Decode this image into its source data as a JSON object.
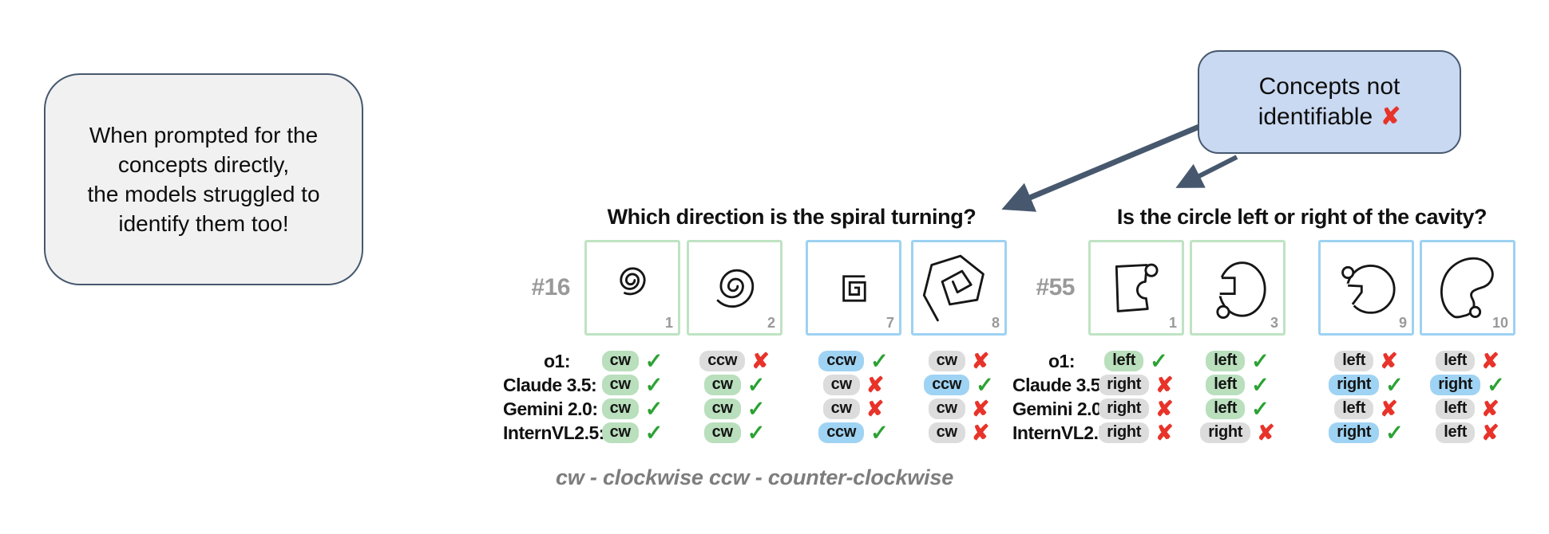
{
  "speech_bubble": {
    "lines": [
      "When prompted for the",
      "concepts directly,",
      "the models struggled to",
      "identify them too!"
    ]
  },
  "callout": {
    "line1": "Concepts not",
    "line2": "identifiable",
    "mark": "✘"
  },
  "models": [
    "o1:",
    "Claude 3.5:",
    "Gemini 2.0:",
    "InternVL2.5:"
  ],
  "caption": "cw - clockwise ccw - counter-clockwise",
  "symbols": {
    "check": "✓",
    "cross": "✘"
  },
  "colors": {
    "chip_green": "#b9dfbd",
    "chip_blue": "#9fd3f3",
    "chip_gray": "#dcdcdc",
    "check_green": "#2ba233",
    "cross_red": "#e8332a",
    "callout_fill": "#c9d9f1",
    "bubble_fill": "#f1f1f1",
    "outline_slate": "#47586e",
    "box_border_green": "#bfe3c3",
    "box_border_blue": "#9dd2f2"
  },
  "panels": [
    {
      "id": "#16",
      "question": "Which direction is the spiral turning?",
      "images": [
        {
          "num": "1",
          "border": "green",
          "shape": "round-spiral-small"
        },
        {
          "num": "2",
          "border": "green",
          "shape": "round-spiral-large"
        },
        {
          "num": "7",
          "border": "blue",
          "shape": "square-spiral"
        },
        {
          "num": "8",
          "border": "blue",
          "shape": "pentagon-spiral"
        }
      ],
      "answers": [
        [
          {
            "text": "cw",
            "chip": "green",
            "mark": "✓",
            "ok": true
          },
          {
            "text": "ccw",
            "chip": "gray",
            "mark": "✘",
            "ok": false
          },
          {
            "text": "ccw",
            "chip": "blue",
            "mark": "✓",
            "ok": true
          },
          {
            "text": "cw",
            "chip": "gray",
            "mark": "✘",
            "ok": false
          }
        ],
        [
          {
            "text": "cw",
            "chip": "green",
            "mark": "✓",
            "ok": true
          },
          {
            "text": "cw",
            "chip": "green",
            "mark": "✓",
            "ok": true
          },
          {
            "text": "cw",
            "chip": "gray",
            "mark": "✘",
            "ok": false
          },
          {
            "text": "ccw",
            "chip": "blue",
            "mark": "✓",
            "ok": true
          }
        ],
        [
          {
            "text": "cw",
            "chip": "green",
            "mark": "✓",
            "ok": true
          },
          {
            "text": "cw",
            "chip": "green",
            "mark": "✓",
            "ok": true
          },
          {
            "text": "cw",
            "chip": "gray",
            "mark": "✘",
            "ok": false
          },
          {
            "text": "cw",
            "chip": "gray",
            "mark": "✘",
            "ok": false
          }
        ],
        [
          {
            "text": "cw",
            "chip": "green",
            "mark": "✓",
            "ok": true
          },
          {
            "text": "cw",
            "chip": "green",
            "mark": "✓",
            "ok": true
          },
          {
            "text": "ccw",
            "chip": "blue",
            "mark": "✓",
            "ok": true
          },
          {
            "text": "cw",
            "chip": "gray",
            "mark": "✘",
            "ok": false
          }
        ]
      ]
    },
    {
      "id": "#55",
      "question": "Is the circle left or right of the cavity?",
      "images": [
        {
          "num": "1",
          "border": "green",
          "shape": "notched-rectangle"
        },
        {
          "num": "3",
          "border": "green",
          "shape": "notched-ellipse"
        },
        {
          "num": "9",
          "border": "blue",
          "shape": "notched-circle"
        },
        {
          "num": "10",
          "border": "blue",
          "shape": "notched-bean"
        }
      ],
      "answers": [
        [
          {
            "text": "left",
            "chip": "green",
            "mark": "✓",
            "ok": true
          },
          {
            "text": "left",
            "chip": "green",
            "mark": "✓",
            "ok": true
          },
          {
            "text": "left",
            "chip": "gray",
            "mark": "✘",
            "ok": false
          },
          {
            "text": "left",
            "chip": "gray",
            "mark": "✘",
            "ok": false
          }
        ],
        [
          {
            "text": "right",
            "chip": "gray",
            "mark": "✘",
            "ok": false
          },
          {
            "text": "left",
            "chip": "green",
            "mark": "✓",
            "ok": true
          },
          {
            "text": "right",
            "chip": "blue",
            "mark": "✓",
            "ok": true
          },
          {
            "text": "right",
            "chip": "blue",
            "mark": "✓",
            "ok": true
          }
        ],
        [
          {
            "text": "right",
            "chip": "gray",
            "mark": "✘",
            "ok": false
          },
          {
            "text": "left",
            "chip": "green",
            "mark": "✓",
            "ok": true
          },
          {
            "text": "left",
            "chip": "gray",
            "mark": "✘",
            "ok": false
          },
          {
            "text": "left",
            "chip": "gray",
            "mark": "✘",
            "ok": false
          }
        ],
        [
          {
            "text": "right",
            "chip": "gray",
            "mark": "✘",
            "ok": false
          },
          {
            "text": "right",
            "chip": "gray",
            "mark": "✘",
            "ok": false
          },
          {
            "text": "right",
            "chip": "blue",
            "mark": "✓",
            "ok": true
          },
          {
            "text": "left",
            "chip": "gray",
            "mark": "✘",
            "ok": false
          }
        ]
      ]
    }
  ]
}
